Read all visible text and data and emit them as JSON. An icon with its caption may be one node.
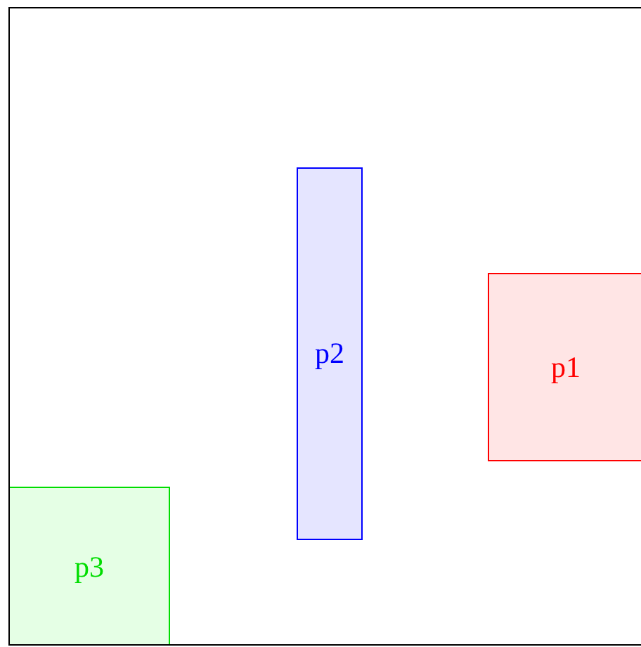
{
  "diagram": {
    "nodes": [
      {
        "text": [],
        "shape": "box"
      },
      {
        "text": [
          "p2"
        ],
        "in": 0
      },
      {
        "text": [
          "p1"
        ],
        "in": 0
      },
      {
        "text": [
          "p3"
        ],
        "in": 0
      }
    ]
  }
}
